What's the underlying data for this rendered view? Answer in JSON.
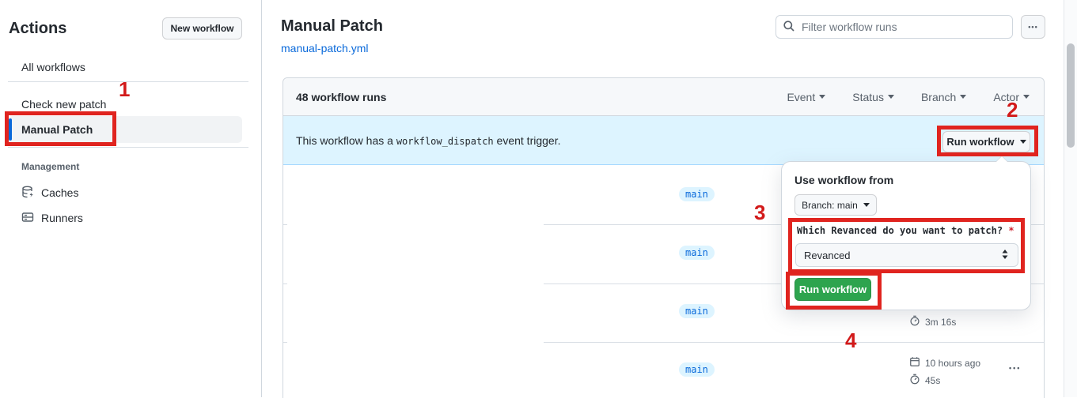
{
  "accent_colors": {
    "annotation_red": "#e0241f",
    "tab_underline_coral": "#fd8c73",
    "link_blue": "#0969da",
    "banner_blue_bg": "#ddf4ff",
    "success_green": "#2da44e"
  },
  "icons": [
    "search-icon",
    "kebab-icon",
    "caret-down-icon",
    "cache-icon",
    "runners-icon",
    "calendar-icon",
    "stopwatch-icon",
    "updown-chevron-icon"
  ],
  "sidebar": {
    "title": "Actions",
    "new_workflow_label": "New workflow",
    "items": [
      {
        "label": "All workflows"
      },
      {
        "label": "Check new patch"
      },
      {
        "label": "Manual Patch",
        "selected": true
      }
    ],
    "management": {
      "label": "Management",
      "items": [
        {
          "label": "Caches",
          "icon": "cache-icon"
        },
        {
          "label": "Runners",
          "icon": "runners-icon"
        }
      ]
    }
  },
  "header": {
    "title": "Manual Patch",
    "file_link": "manual-patch.yml",
    "search_placeholder": "Filter workflow runs",
    "kebab_label": "•••"
  },
  "runs_panel": {
    "count_label": "48 workflow runs",
    "filters": [
      {
        "label": "Event"
      },
      {
        "label": "Status"
      },
      {
        "label": "Branch"
      },
      {
        "label": "Actor"
      }
    ],
    "banner": {
      "text_before": "This workflow has a ",
      "code": "workflow_dispatch",
      "text_after": " event trigger.",
      "run_workflow_label": "Run workflow"
    },
    "rows": [
      {
        "branch": "main"
      },
      {
        "branch": "main"
      },
      {
        "branch": "main",
        "duration": "3m 16s"
      },
      {
        "branch": "main",
        "time": "10 hours ago",
        "duration": "45s",
        "kebab": "•••"
      }
    ]
  },
  "popup": {
    "heading": "Use workflow from",
    "branch_button_label": "Branch: main",
    "input_label": "Which Revanced do you want to patch?",
    "required_mark": "*",
    "select_value": "Revanced",
    "run_button_label": "Run workflow"
  },
  "annotations": {
    "labels": [
      "1",
      "2",
      "3",
      "4"
    ]
  }
}
